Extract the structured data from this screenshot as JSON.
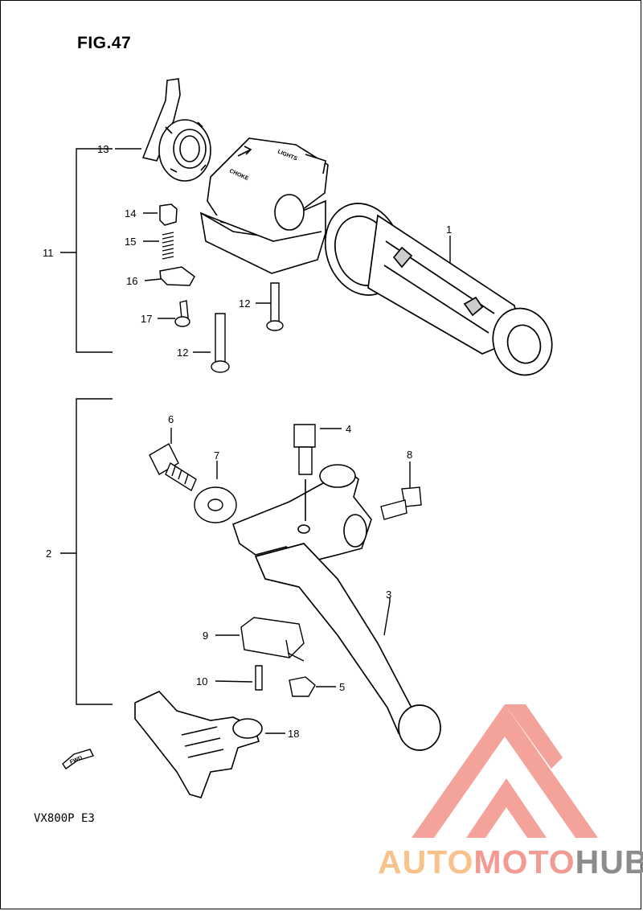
{
  "figure": {
    "title": "FIG.47",
    "model": "VX800P  E3"
  },
  "callouts": {
    "c1": "1",
    "c2": "2",
    "c3": "3",
    "c4": "4",
    "c5": "5",
    "c6": "6",
    "c7": "7",
    "c8": "8",
    "c9": "9",
    "c10": "10",
    "c11": "11",
    "c12a": "12",
    "c12b": "12",
    "c13": "13",
    "c14": "14",
    "c15": "15",
    "c16": "16",
    "c17": "17",
    "c18": "18"
  },
  "switch_text": {
    "choke": "CHOKE",
    "lights": "LIGHTS"
  },
  "fwd_arrow": {
    "label": "FWD",
    "icon": "fwd-arrow-icon"
  },
  "watermark": {
    "word_part1": "AUTO",
    "word_part2": "MOTO",
    "word_part3": "HUB",
    "colors": {
      "auto": "#f7c38a",
      "moto": "#f29b93",
      "hub": "#8c8c8c",
      "logo": "#f4a39b"
    }
  }
}
